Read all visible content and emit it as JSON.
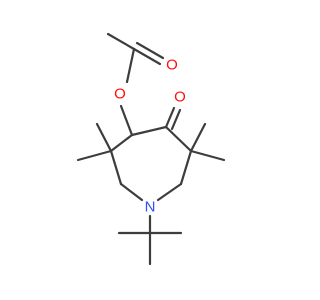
{
  "structure": {
    "atom_labels": {
      "carbonyl_o": "O",
      "ester_o": "O",
      "ester_carbonyl_o": "O",
      "nitrogen": "N"
    },
    "colors": {
      "bond": "#3d3d3d",
      "oxygen": "#ff0d0d",
      "nitrogen": "#3050f8",
      "background": "#ffffff"
    }
  }
}
